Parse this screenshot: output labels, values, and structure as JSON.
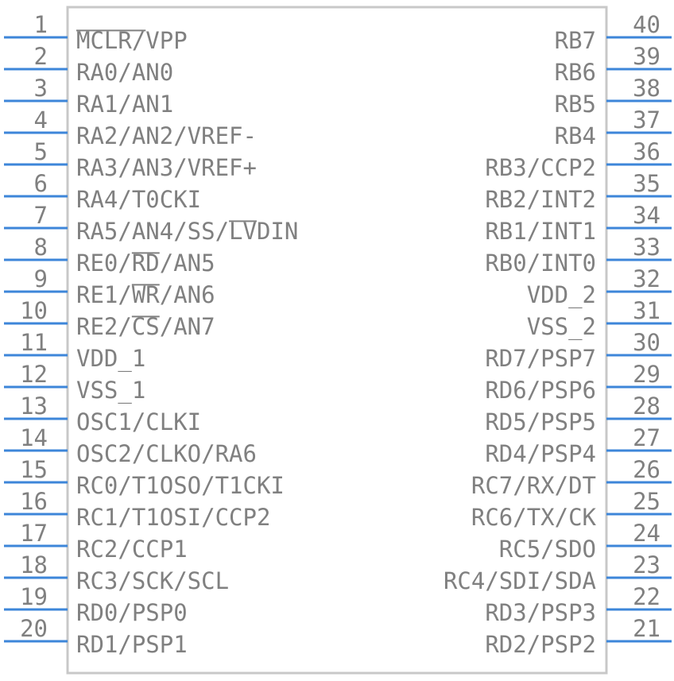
{
  "colors": {
    "pin": "#3d86d9",
    "body_border": "#c8c8c8",
    "text": "#808080",
    "background": "#ffffff"
  },
  "left_pins": [
    {
      "number": "1",
      "name": "MCLR/VPP"
    },
    {
      "number": "2",
      "name": "RA0/AN0"
    },
    {
      "number": "3",
      "name": "RA1/AN1"
    },
    {
      "number": "4",
      "name": "RA2/AN2/VREF-"
    },
    {
      "number": "5",
      "name": "RA3/AN3/VREF+"
    },
    {
      "number": "6",
      "name": "RA4/T0CKI"
    },
    {
      "number": "7",
      "name": "RA5/AN4/SS/LVDIN"
    },
    {
      "number": "8",
      "name": "RE0/RD/AN5"
    },
    {
      "number": "9",
      "name": "RE1/WR/AN6"
    },
    {
      "number": "10",
      "name": "RE2/CS/AN7"
    },
    {
      "number": "11",
      "name": "VDD_1"
    },
    {
      "number": "12",
      "name": "VSS_1"
    },
    {
      "number": "13",
      "name": "OSC1/CLKI"
    },
    {
      "number": "14",
      "name": "OSC2/CLKO/RA6"
    },
    {
      "number": "15",
      "name": "RC0/T1OSO/T1CKI"
    },
    {
      "number": "16",
      "name": "RC1/T1OSI/CCP2"
    },
    {
      "number": "17",
      "name": "RC2/CCP1"
    },
    {
      "number": "18",
      "name": "RC3/SCK/SCL"
    },
    {
      "number": "19",
      "name": "RD0/PSP0"
    },
    {
      "number": "20",
      "name": "RD1/PSP1"
    }
  ],
  "right_pins": [
    {
      "number": "40",
      "name": "RB7"
    },
    {
      "number": "39",
      "name": "RB6"
    },
    {
      "number": "38",
      "name": "RB5"
    },
    {
      "number": "37",
      "name": "RB4"
    },
    {
      "number": "36",
      "name": "RB3/CCP2"
    },
    {
      "number": "35",
      "name": "RB2/INT2"
    },
    {
      "number": "34",
      "name": "RB1/INT1"
    },
    {
      "number": "33",
      "name": "RB0/INT0"
    },
    {
      "number": "32",
      "name": "VDD_2"
    },
    {
      "number": "31",
      "name": "VSS_2"
    },
    {
      "number": "30",
      "name": "RD7/PSP7"
    },
    {
      "number": "29",
      "name": "RD6/PSP6"
    },
    {
      "number": "28",
      "name": "RD5/PSP5"
    },
    {
      "number": "27",
      "name": "RD4/PSP4"
    },
    {
      "number": "26",
      "name": "RC7/RX/DT"
    },
    {
      "number": "25",
      "name": "RC6/TX/CK"
    },
    {
      "number": "24",
      "name": "RC5/SDO"
    },
    {
      "number": "23",
      "name": "RC4/SDI/SDA"
    },
    {
      "number": "22",
      "name": "RD3/PSP3"
    },
    {
      "number": "21",
      "name": "RD2/PSP2"
    }
  ]
}
